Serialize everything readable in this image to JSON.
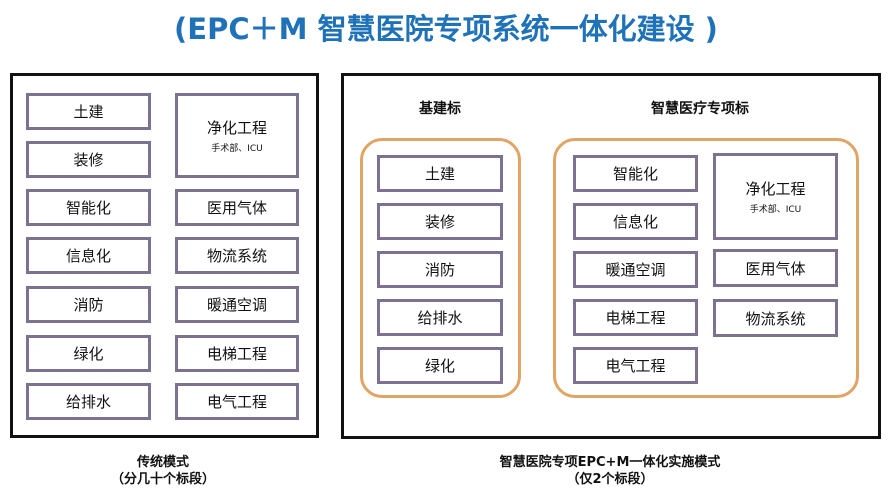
{
  "title": "(EPC＋M  智慧医院专项系统一体化建设 )",
  "traditional": {
    "col1": [
      "土建",
      "装修",
      "智能化",
      "信息化",
      "消防",
      "绿化",
      "给排水"
    ],
    "big": {
      "label": "净化工程",
      "sub": "手术部、ICU"
    },
    "col2": [
      "医用气体",
      "物流系统",
      "暖通空调",
      "电梯工程",
      "电气工程"
    ],
    "caption1": "传统模式",
    "caption2": "（分几十个标段）"
  },
  "epc": {
    "civil_header": "基建标",
    "civil": [
      "土建",
      "装修",
      "消防",
      "给排水",
      "绿化"
    ],
    "smart_header": "智慧医疗专项标",
    "smart_col1": [
      "智能化",
      "信息化",
      "暖通空调",
      "电梯工程",
      "电气工程"
    ],
    "big": {
      "label": "净化工程",
      "sub": "手术部、ICU"
    },
    "smart_col2": [
      "医用气体",
      "物流系统"
    ],
    "caption1": "智慧医院专项EPC+M一体化实施模式",
    "caption2": "（仅2个标段）"
  }
}
